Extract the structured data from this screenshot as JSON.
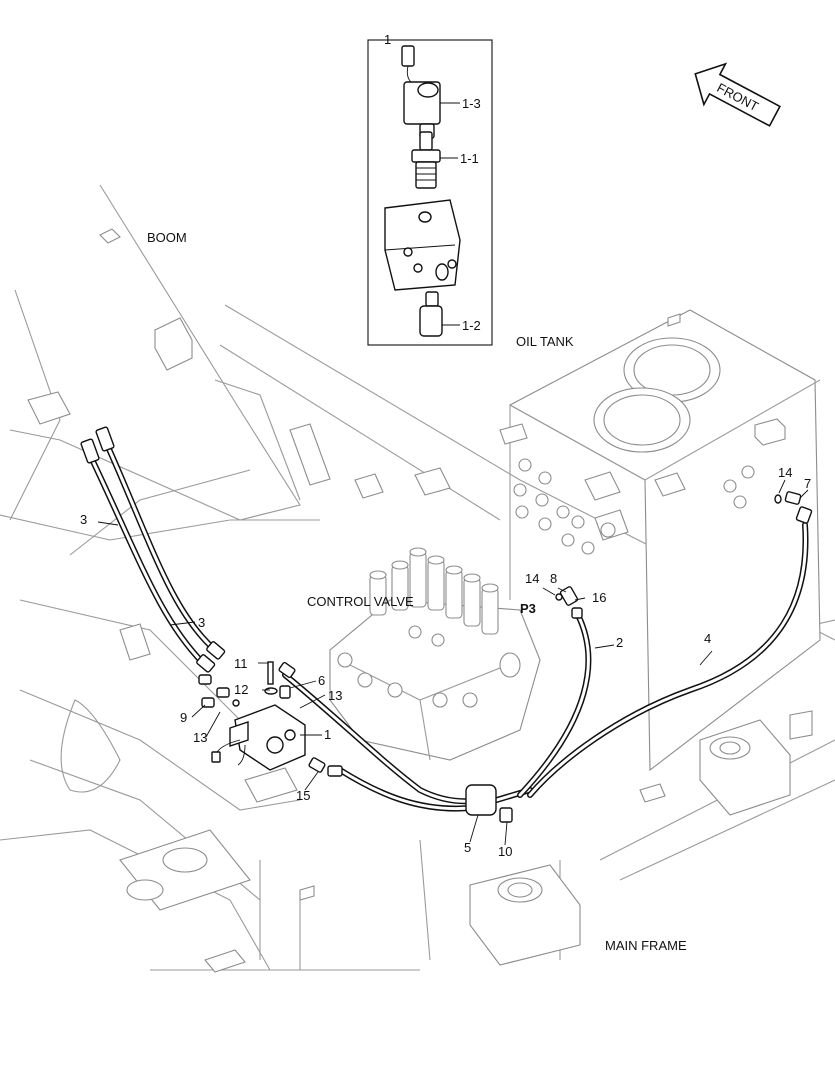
{
  "labels": {
    "boom": "BOOM",
    "oil_tank": "OIL TANK",
    "control_valve": "CONTROL VALVE",
    "main_frame": "MAIN FRAME",
    "front": "FRONT",
    "p3": "P3"
  },
  "inset_callouts": [
    "1",
    "1-3",
    "1-1",
    "1-2"
  ],
  "callouts": [
    "1",
    "2",
    "3",
    "3",
    "4",
    "5",
    "6",
    "7",
    "8",
    "9",
    "10",
    "11",
    "12",
    "13",
    "13",
    "14",
    "14",
    "15",
    "16"
  ]
}
